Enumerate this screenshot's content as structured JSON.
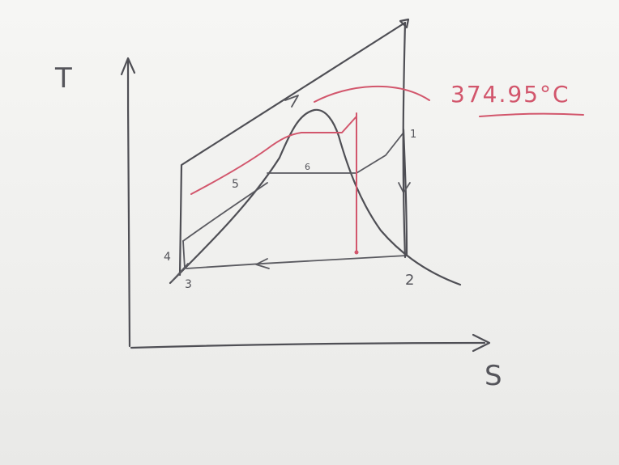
{
  "diagram": {
    "axis_y_label": "T",
    "axis_x_label": "S",
    "critical_temperature": "374.95°C",
    "state_labels": {
      "s1": "1",
      "s2": "2",
      "s3": "3",
      "s4": "4",
      "s5": "5",
      "s6": "6"
    }
  },
  "colors": {
    "ink": "#4f4f55",
    "highlight": "#d2566c",
    "board": "#f2f2f0"
  }
}
